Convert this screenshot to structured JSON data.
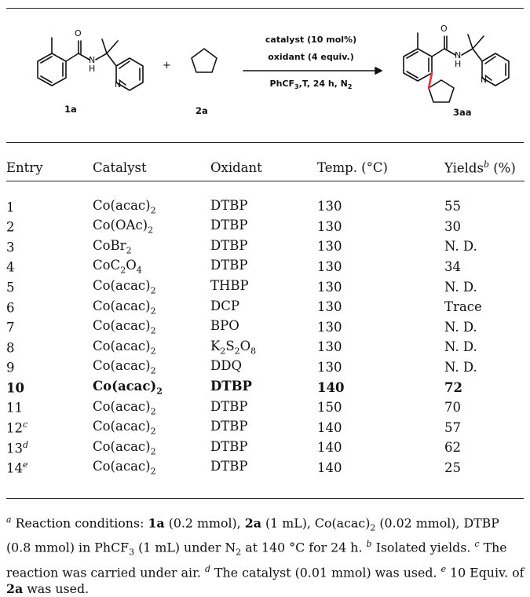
{
  "scheme": {
    "reactant1_label": "1a",
    "reactant2_label": "2a",
    "product_label": "3aa",
    "plus": "+",
    "atom_O": "O",
    "atom_NH_N": "N",
    "atom_NH_H": "H",
    "atom_pyr_N": "N",
    "cond_line1": "catalyst (10 mol%)",
    "cond_line2": "oxidant (4 equiv.)",
    "cond_line3_a": "PhCF",
    "cond_line3_sub": "3",
    "cond_line3_b": ",T, 24 h, N",
    "cond_line3_sub2": "2",
    "highlight_color": "#e8323c"
  },
  "table": {
    "headers": {
      "entry": "Entry",
      "catalyst": "Catalyst",
      "oxidant": "Oxidant",
      "temp": "Temp. (°C)",
      "yields_a": "Yields",
      "yields_sup": "b",
      "yields_b": " (%)"
    },
    "rows": [
      {
        "entry": "1",
        "sup": "",
        "cat_a": "Co(acac)",
        "cat_s1": "2",
        "cat_b": "",
        "cat_s2": "",
        "ox_a": "DTBP",
        "ox_s1": "",
        "ox_b": "",
        "ox_s2": "",
        "temp": "130",
        "yield": "55"
      },
      {
        "entry": "2",
        "sup": "",
        "cat_a": "Co(OAc)",
        "cat_s1": "2",
        "cat_b": "",
        "cat_s2": "",
        "ox_a": "DTBP",
        "ox_s1": "",
        "ox_b": "",
        "ox_s2": "",
        "temp": "130",
        "yield": "30"
      },
      {
        "entry": "3",
        "sup": "",
        "cat_a": "CoBr",
        "cat_s1": "2",
        "cat_b": "",
        "cat_s2": "",
        "ox_a": "DTBP",
        "ox_s1": "",
        "ox_b": "",
        "ox_s2": "",
        "temp": "130",
        "yield": "N. D."
      },
      {
        "entry": "4",
        "sup": "",
        "cat_a": "CoC",
        "cat_s1": "2",
        "cat_b": "O",
        "cat_s2": "4",
        "ox_a": "DTBP",
        "ox_s1": "",
        "ox_b": "",
        "ox_s2": "",
        "temp": "130",
        "yield": "34"
      },
      {
        "entry": "5",
        "sup": "",
        "cat_a": "Co(acac)",
        "cat_s1": "2",
        "cat_b": "",
        "cat_s2": "",
        "ox_a": "THBP",
        "ox_s1": "",
        "ox_b": "",
        "ox_s2": "",
        "temp": "130",
        "yield": "N. D."
      },
      {
        "entry": "6",
        "sup": "",
        "cat_a": "Co(acac)",
        "cat_s1": "2",
        "cat_b": "",
        "cat_s2": "",
        "ox_a": "DCP",
        "ox_s1": "",
        "ox_b": "",
        "ox_s2": "",
        "temp": "130",
        "yield": "Trace"
      },
      {
        "entry": "7",
        "sup": "",
        "cat_a": "Co(acac)",
        "cat_s1": "2",
        "cat_b": "",
        "cat_s2": "",
        "ox_a": "BPO",
        "ox_s1": "",
        "ox_b": "",
        "ox_s2": "",
        "temp": "130",
        "yield": "N. D."
      },
      {
        "entry": "8",
        "sup": "",
        "cat_a": "Co(acac)",
        "cat_s1": "2",
        "cat_b": "",
        "cat_s2": "",
        "ox_a": "K",
        "ox_s1": "2",
        "ox_b": "S",
        "ox_s2": "2",
        "ox_c": "O",
        "ox_s3": "8",
        "temp": "130",
        "yield": "N. D."
      },
      {
        "entry": "9",
        "sup": "",
        "cat_a": "Co(acac)",
        "cat_s1": "2",
        "cat_b": "",
        "cat_s2": "",
        "ox_a": "DDQ",
        "ox_s1": "",
        "ox_b": "",
        "ox_s2": "",
        "temp": "130",
        "yield": "N. D."
      },
      {
        "entry": "10",
        "sup": "",
        "bold": true,
        "cat_a": "Co(acac)",
        "cat_s1": "2",
        "cat_b": "",
        "cat_s2": "",
        "ox_a": "DTBP",
        "ox_s1": "",
        "ox_b": "",
        "ox_s2": "",
        "temp": "140",
        "yield": "72"
      },
      {
        "entry": "11",
        "sup": "",
        "cat_a": "Co(acac)",
        "cat_s1": "2",
        "cat_b": "",
        "cat_s2": "",
        "ox_a": "DTBP",
        "ox_s1": "",
        "ox_b": "",
        "ox_s2": "",
        "temp": "150",
        "yield": "70"
      },
      {
        "entry": "12",
        "sup": "c",
        "cat_a": "Co(acac)",
        "cat_s1": "2",
        "cat_b": "",
        "cat_s2": "",
        "ox_a": "DTBP",
        "ox_s1": "",
        "ox_b": "",
        "ox_s2": "",
        "temp": "140",
        "yield": "57"
      },
      {
        "entry": "13",
        "sup": "d",
        "cat_a": "Co(acac)",
        "cat_s1": "2",
        "cat_b": "",
        "cat_s2": "",
        "ox_a": "DTBP",
        "ox_s1": "",
        "ox_b": "",
        "ox_s2": "",
        "temp": "140",
        "yield": "62"
      },
      {
        "entry": "14",
        "sup": "e",
        "cat_a": "Co(acac)",
        "cat_s1": "2",
        "cat_b": "",
        "cat_s2": "",
        "ox_a": "DTBP",
        "ox_s1": "",
        "ox_b": "",
        "ox_s2": "",
        "temp": "140",
        "yield": "25"
      }
    ]
  },
  "footnote": {
    "sup_a": "a",
    "t1": " Reaction conditions: ",
    "b1": "1a",
    "t2": " (0.2 mmol), ",
    "b2": "2a",
    "t3": " (1 mL), Co(acac)",
    "s1": "2",
    "t4": " (0.02 mmol), DTBP (0.8 mmol) in PhCF",
    "s2": "3",
    "t5": " (1 mL) under N",
    "s3": "2",
    "t6": " at 140 °C for 24 h. ",
    "sup_b": "b",
    "t7": " Isolated yields. ",
    "sup_c": "c",
    "t8": " The reaction was carried under air. ",
    "sup_d": "d",
    "t9": " The catalyst (0.01 mmol) was used. ",
    "sup_e": "e",
    "t10": " 10 Equiv. of ",
    "b3": "2a",
    "t11": " was used."
  }
}
